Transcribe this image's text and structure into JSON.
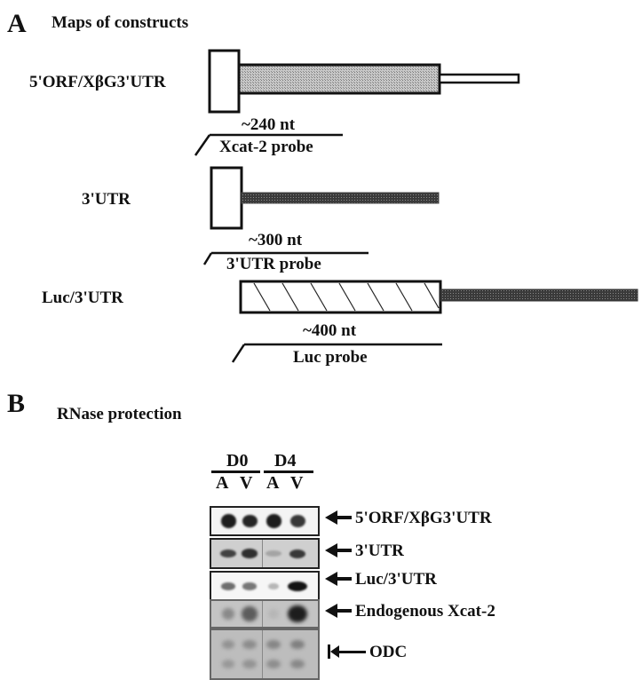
{
  "panel_a": {
    "letter": "A",
    "title": "Maps of constructs",
    "constructs": [
      {
        "label": "5'ORF/XβG3'UTR",
        "probe_size": "~240 nt",
        "probe_name": "Xcat-2 probe"
      },
      {
        "label": "3'UTR",
        "probe_size": "~300 nt",
        "probe_name": "3'UTR probe"
      },
      {
        "label": "Luc/3'UTR",
        "probe_size": "~400 nt",
        "probe_name": "Luc probe"
      }
    ]
  },
  "panel_b": {
    "letter": "B",
    "title": "RNase protection",
    "groups": [
      {
        "label": "D0",
        "lanes": [
          "A",
          "V"
        ]
      },
      {
        "label": "D4",
        "lanes": [
          "A",
          "V"
        ]
      }
    ],
    "bands": [
      {
        "label": "5'ORF/XβG3'UTR",
        "intensities": [
          0.95,
          0.9,
          0.95,
          0.8
        ]
      },
      {
        "label": "3'UTR",
        "intensities": [
          0.75,
          0.85,
          0.2,
          0.8
        ]
      },
      {
        "label": "Luc/3'UTR",
        "intensities": [
          0.5,
          0.45,
          0.1,
          1.0
        ]
      },
      {
        "label": "Endogenous Xcat-2",
        "intensities": [
          0.35,
          0.6,
          0.1,
          0.95
        ]
      },
      {
        "label": "ODC",
        "intensities": [
          0.4,
          0.45,
          0.5,
          0.55
        ]
      }
    ],
    "colors": {
      "ink": "#111111",
      "gel_light": "#eeeeee",
      "gel_grey": "#bdbdbd",
      "stipple": "#9a9a9a",
      "dark_bar": "#333333"
    }
  }
}
